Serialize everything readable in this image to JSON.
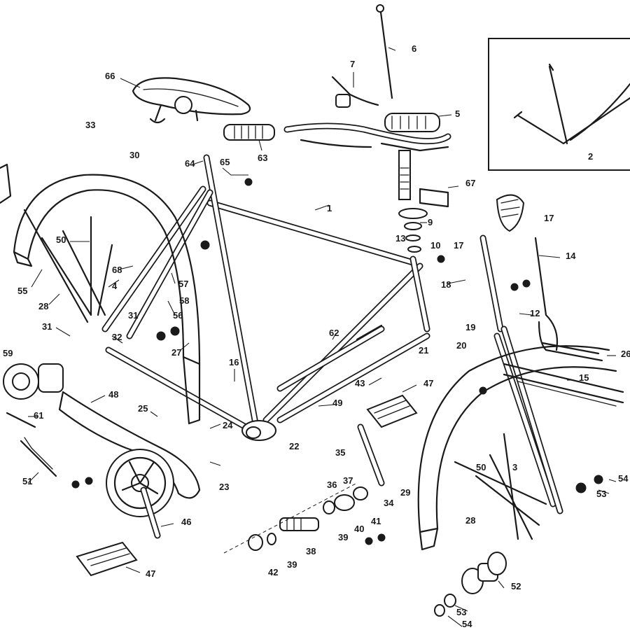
{
  "diagram": {
    "callouts": [
      "1",
      "2",
      "3",
      "4",
      "5",
      "6",
      "7",
      "9",
      "10",
      "12",
      "13",
      "14",
      "15",
      "16",
      "17",
      "17",
      "18",
      "19",
      "20",
      "21",
      "22",
      "23",
      "24",
      "25",
      "26",
      "27",
      "28",
      "28",
      "29",
      "30",
      "31",
      "31",
      "32",
      "33",
      "34",
      "35",
      "36",
      "37",
      "38",
      "39",
      "39",
      "40",
      "41",
      "42",
      "43",
      "46",
      "47",
      "47",
      "48",
      "49",
      "50",
      "50",
      "51",
      "52",
      "53",
      "53",
      "54",
      "54",
      "55",
      "56",
      "57",
      "58",
      "59",
      "61",
      "62",
      "63",
      "64",
      "65",
      "66",
      "67",
      "68"
    ]
  }
}
